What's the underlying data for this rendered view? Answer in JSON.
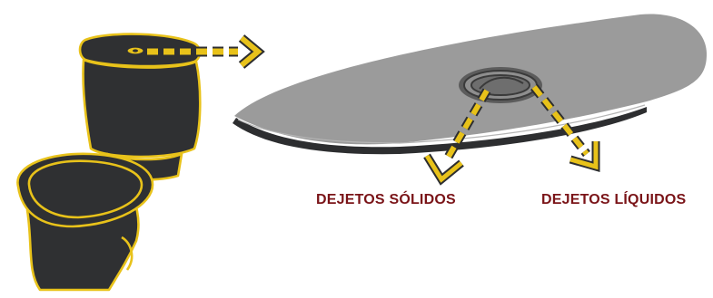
{
  "labels": {
    "solid": "DEJETOS SÓLIDOS",
    "liquid": "DEJETOS LÍQUIDOS"
  },
  "colors": {
    "label": "#7a1418",
    "toilet_fill": "#2f3032",
    "toilet_outline": "#e8c21a",
    "lid_fill": "#9b9b9b",
    "lid_edge": "#2d2e30",
    "arrow": "#e8c21a",
    "arrow_outline": "#2d2e30",
    "button_ring": "#5a5a5a"
  },
  "icons": {
    "toilet": "toilet-icon",
    "tank_lid": "tank-lid-illustration",
    "dual_flush_button": "dual-flush-button-icon"
  }
}
